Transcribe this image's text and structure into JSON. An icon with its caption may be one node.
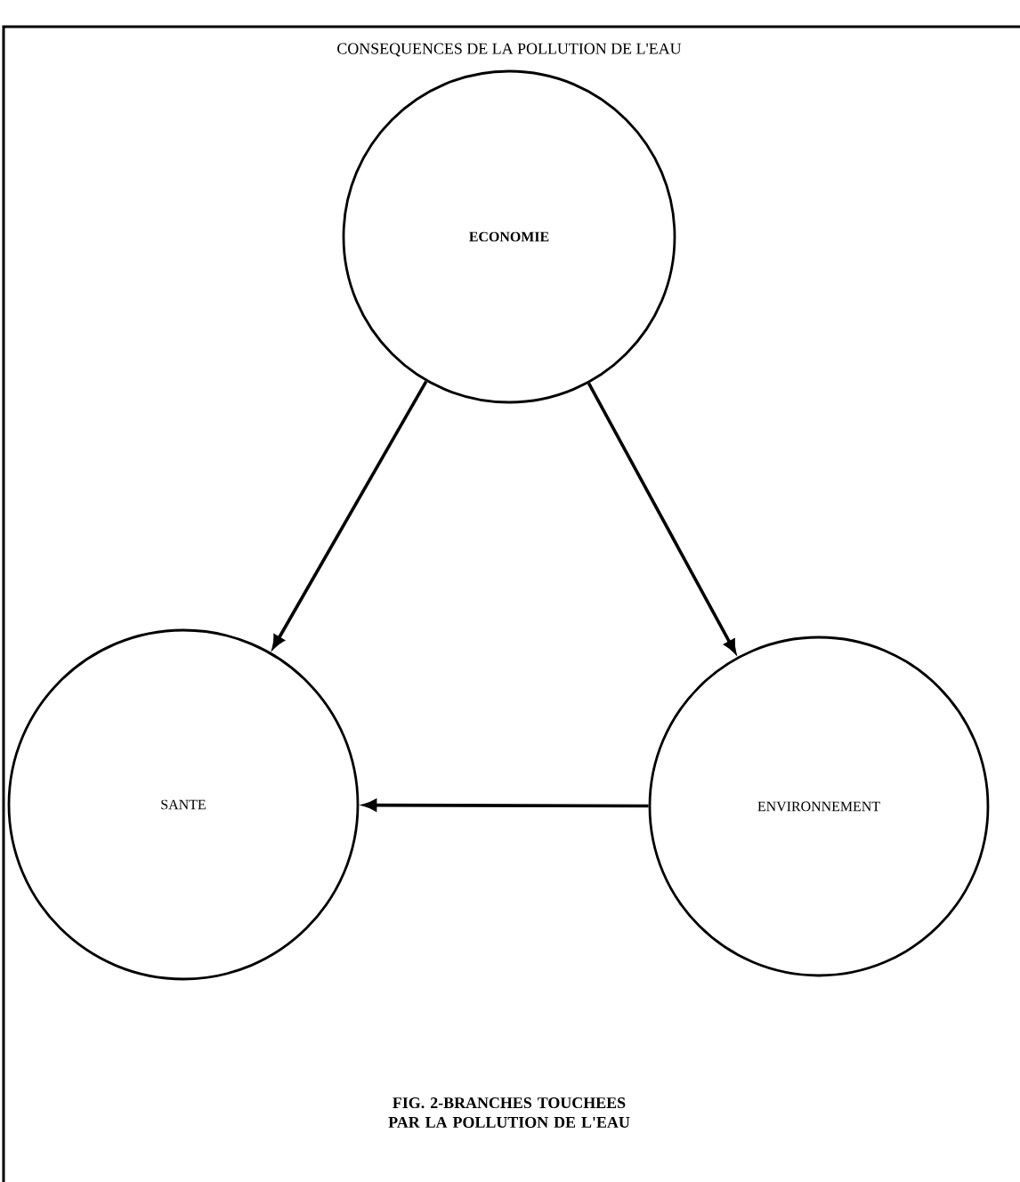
{
  "diagram": {
    "title": "CONSEQUENCES DE LA POLLUTION DE L'EAU",
    "caption": "FIG. 2-BRANCHES TOUCHEES PAR LA POLLUTION DE L'EAU",
    "nodes": [
      {
        "text": [
          "ECONOMIE"
        ]
      },
      {
        "text": [
          "SANTE"
        ]
      },
      {
        "text": [
          "ENVIRONNEMENT"
        ]
      }
    ],
    "edges": [
      {
        "from": 0,
        "to": 1,
        "arrow": "to"
      },
      {
        "from": 0,
        "to": 2,
        "arrow": "to"
      },
      {
        "from": 2,
        "to": 1,
        "arrow": "to"
      }
    ]
  }
}
